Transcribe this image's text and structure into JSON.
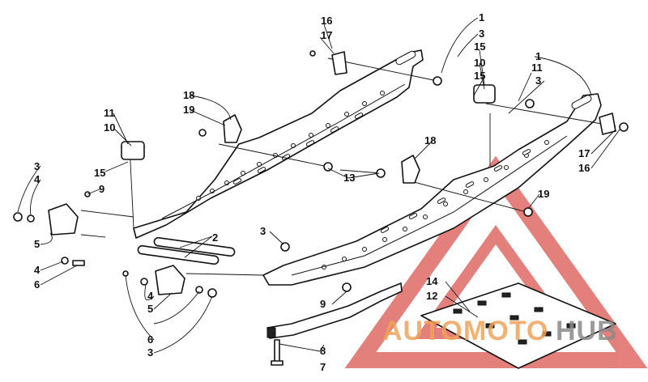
{
  "callouts": [
    "1",
    "1",
    "2",
    "3",
    "3",
    "3",
    "3",
    "3",
    "4",
    "4",
    "4",
    "5",
    "5",
    "6",
    "6",
    "7",
    "8",
    "9",
    "9",
    "10",
    "10",
    "11",
    "11",
    "12",
    "13",
    "14",
    "15",
    "15",
    "15",
    "16",
    "16",
    "17",
    "17",
    "18",
    "18",
    "19",
    "19"
  ],
  "watermark": {
    "brand_left": "AUTO",
    "brand_mid": "MOTO",
    "brand_right": "HUB",
    "color_red": "#d9534f",
    "color_orange": "#f0a35a",
    "color_gray": "#8a8a8a"
  }
}
